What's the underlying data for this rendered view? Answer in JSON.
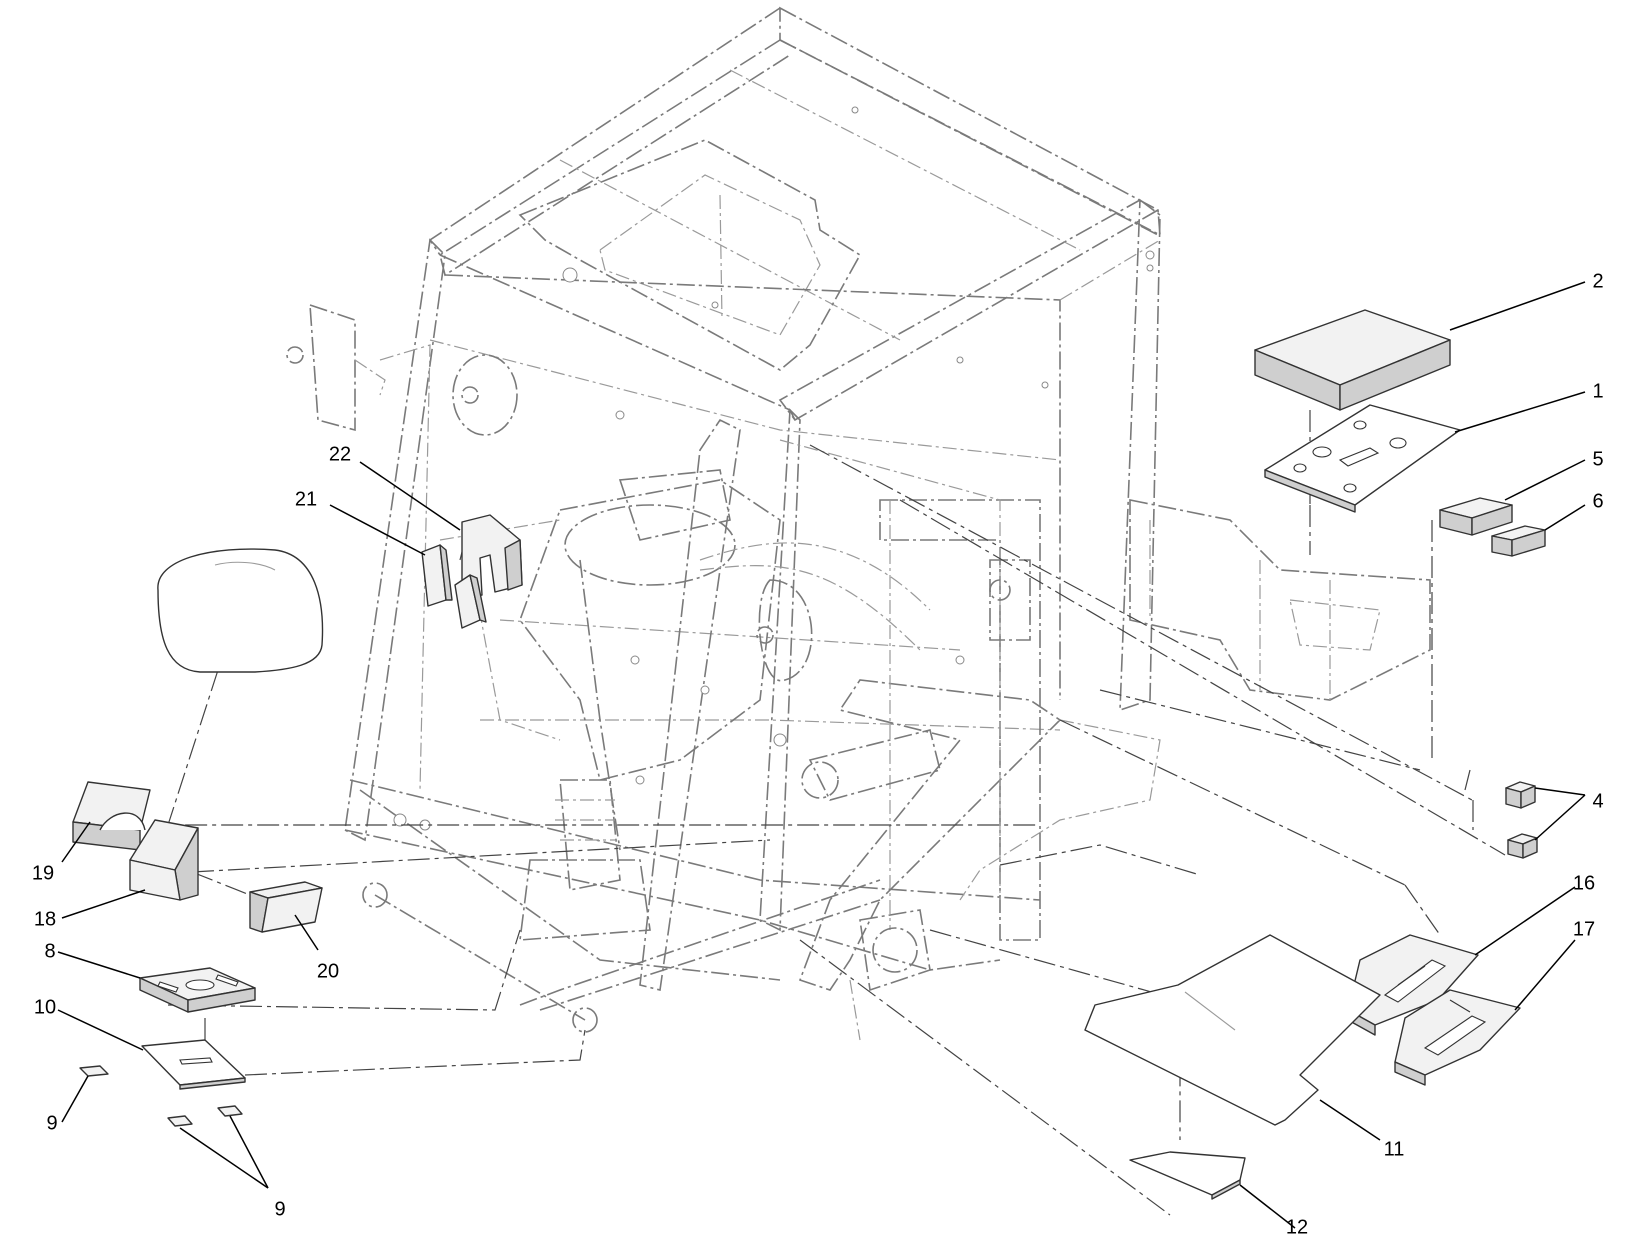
{
  "diagram": {
    "callouts": [
      {
        "id": "c2",
        "label": "2"
      },
      {
        "id": "c1",
        "label": "1"
      },
      {
        "id": "c5",
        "label": "5"
      },
      {
        "id": "c6",
        "label": "6"
      },
      {
        "id": "c22",
        "label": "22"
      },
      {
        "id": "c21",
        "label": "21"
      },
      {
        "id": "c4",
        "label": "4"
      },
      {
        "id": "c19",
        "label": "19"
      },
      {
        "id": "c18",
        "label": "18"
      },
      {
        "id": "c20",
        "label": "20"
      },
      {
        "id": "c8",
        "label": "8"
      },
      {
        "id": "c10",
        "label": "10"
      },
      {
        "id": "c9a",
        "label": "9"
      },
      {
        "id": "c9b",
        "label": "9"
      },
      {
        "id": "c16",
        "label": "16"
      },
      {
        "id": "c17",
        "label": "17"
      },
      {
        "id": "c11",
        "label": "11"
      },
      {
        "id": "c12",
        "label": "12"
      }
    ]
  }
}
